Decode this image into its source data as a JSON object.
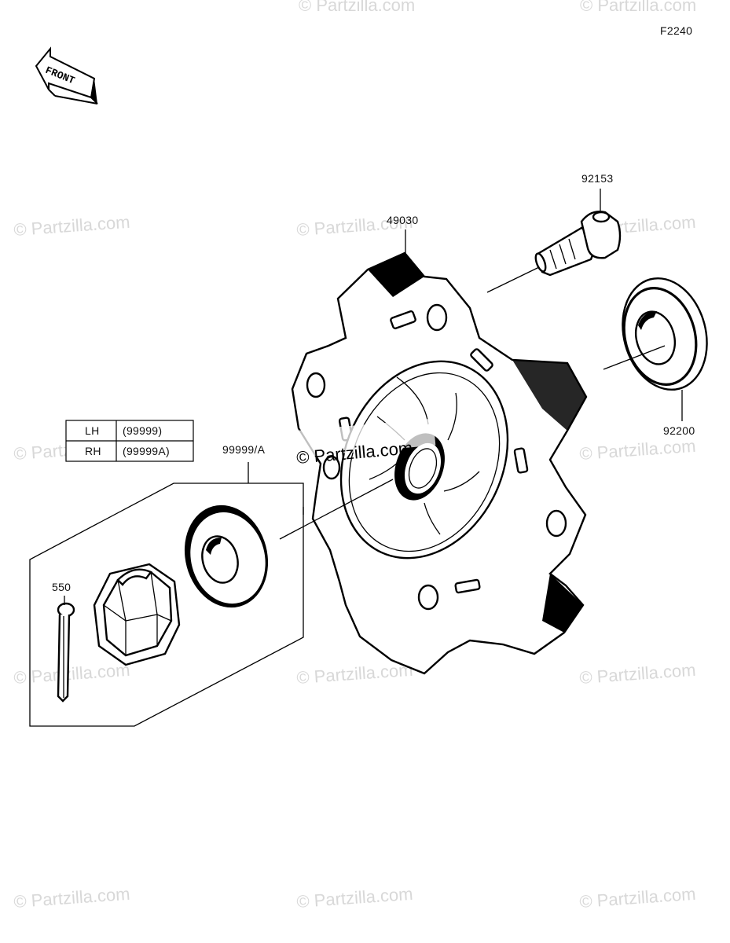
{
  "figure_code": "F2240",
  "front_label": "FRONT",
  "watermark_text": "© Partzilla.com",
  "parts": {
    "hub": "49030",
    "bolt": "92153",
    "washer": "92200",
    "nut_assembly": "99999/A",
    "cotter_pin": "550"
  },
  "side_table": {
    "rows": [
      {
        "side": "LH",
        "code": "(99999)"
      },
      {
        "side": "RH",
        "code": "(99999A)"
      }
    ]
  },
  "colors": {
    "line": "#000000",
    "watermark": "#d8d8d8",
    "background": "#ffffff"
  }
}
